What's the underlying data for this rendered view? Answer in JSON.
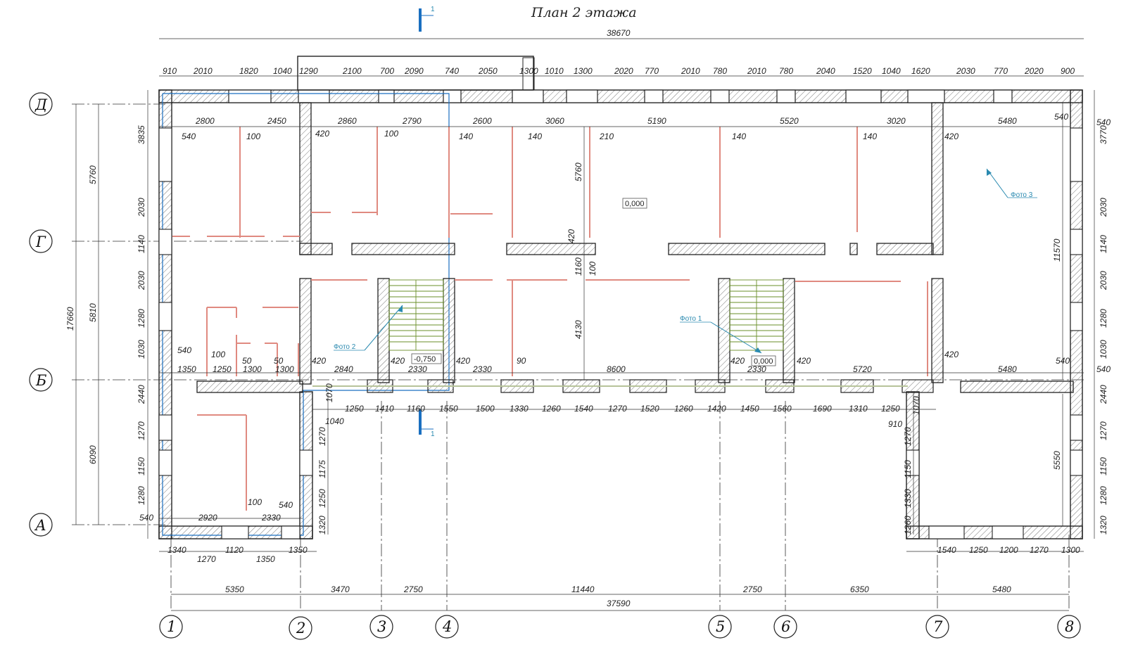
{
  "title": "План 2 этажа",
  "section_mark": "1",
  "axes": {
    "rows": [
      "Д",
      "Г",
      "Б",
      "А"
    ],
    "cols": [
      "1",
      "2",
      "3",
      "4",
      "5",
      "6",
      "7",
      "8"
    ]
  },
  "dims": {
    "overall_top": "38670",
    "overall_bottom": "37590",
    "bottom_spans": [
      "5350",
      "3470",
      "2750",
      "11440",
      "2750",
      "6350",
      "5480"
    ],
    "top_row": [
      "910",
      "2010",
      "1820",
      "1040",
      "1290",
      "2100",
      "700",
      "2090",
      "740",
      "2050",
      "1300",
      "1010",
      "1300",
      "2020",
      "770",
      "2010",
      "780",
      "2010",
      "780",
      "2040",
      "1520",
      "1040",
      "1620",
      "2030",
      "770",
      "2020",
      "900"
    ],
    "rooms_upper": [
      "2800",
      "2450",
      "2860",
      "2790",
      "2600",
      "3060",
      "5190",
      "5520",
      "3020",
      "5480"
    ],
    "partitions_upper": [
      "540",
      "100",
      "420",
      "100",
      "140",
      "140",
      "210",
      "140",
      "140",
      "420",
      "540",
      "540"
    ],
    "row_b": [
      "1350",
      "1250",
      "1300",
      "1300",
      "2840",
      "2330",
      "2330",
      "8600",
      "2330",
      "5720",
      "5480"
    ],
    "row_b_small": [
      "540",
      "100",
      "50",
      "50",
      "420",
      "420",
      "420",
      "90",
      "420",
      "420",
      "420",
      "540",
      "540"
    ],
    "below_b": [
      "1250",
      "1410",
      "1160",
      "1550",
      "1500",
      "1330",
      "1260",
      "1540",
      "1270",
      "1520",
      "1260",
      "1420",
      "1450",
      "1560",
      "1690",
      "1310",
      "1250"
    ],
    "misc": [
      "1070",
      "1040",
      "910",
      "1070"
    ],
    "left_wing": [
      "540",
      "2920",
      "2330",
      "100",
      "540"
    ],
    "left_bottom": [
      "1340",
      "1120",
      "1350",
      "1270",
      "1350"
    ],
    "right_bottom": [
      "1540",
      "1250",
      "1200",
      "1270",
      "1300"
    ],
    "left_total": "17660",
    "left_sections": [
      "5760",
      "5810",
      "6090"
    ],
    "left_walls": [
      "3835",
      "2030",
      "1140",
      "2030",
      "1280",
      "1030",
      "2440",
      "1270",
      "1150",
      "1280"
    ],
    "right_walls": [
      "3770",
      "2030",
      "1140",
      "2030",
      "1280",
      "1030",
      "2440",
      "1270",
      "1150",
      "1280",
      "1320"
    ],
    "right_totals": [
      "11570",
      "5550"
    ],
    "wing_right_left": [
      "1270",
      "1150",
      "1330",
      "1260"
    ],
    "wing_left_right": [
      "1270",
      "1175",
      "1250",
      "1320"
    ],
    "center_vertical": [
      "5760",
      "420",
      "1160",
      "100",
      "4130"
    ]
  },
  "levels": [
    "0,000",
    "-0,750",
    "0,000"
  ],
  "notes": [
    "Фото 1",
    "Фото 2",
    "Фото 3"
  ],
  "colors": {
    "wall": "#222222",
    "hatch": "#666666",
    "partition": "#e08a80",
    "stair": "#6a8f2a",
    "blue": "#1a6fc0",
    "accent": "#2a8ab0"
  }
}
